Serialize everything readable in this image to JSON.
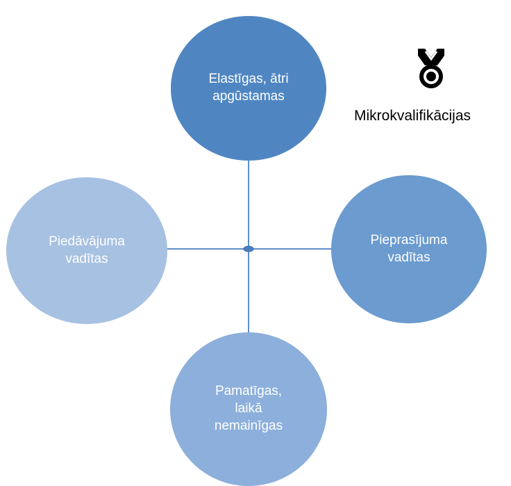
{
  "diagram": {
    "nodes": {
      "top": {
        "lines": [
          "Elastīgas, ātri",
          "apgūstamas"
        ],
        "color": "#4f86c2"
      },
      "right": {
        "lines": [
          "Pieprasījuma",
          "vadītas"
        ],
        "color": "#6b9bcf"
      },
      "left": {
        "lines": [
          "Piedāvājuma",
          "vadītas"
        ],
        "color": "#a7c1e2"
      },
      "bottom": {
        "lines": [
          "Pamatīgas,",
          "laikā",
          "nemainīgas"
        ],
        "color": "#8cafdb"
      }
    },
    "connector_color": "#5b8fc9",
    "medal": {
      "icon": "medal-icon",
      "label": "Mikrokvalifikācijas"
    }
  }
}
